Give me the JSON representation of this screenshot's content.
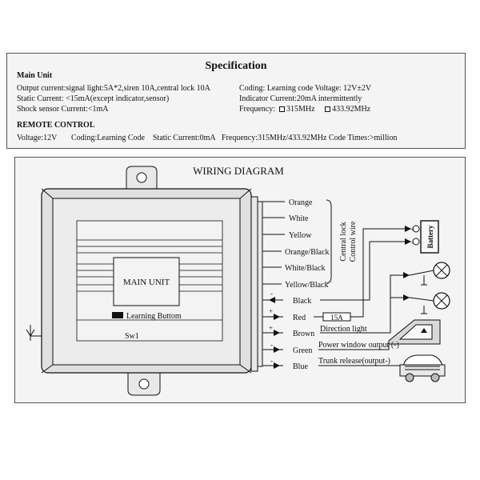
{
  "spec": {
    "title": "Specification",
    "main_unit_heading": "Main Unit",
    "output_current": "Output current:signal  light:5A*2,siren  10A,central lock 10A",
    "static_current": "Static Current: <15mA(except indicator,sensor)",
    "shock_sensor": "Shock sensor Current:<1mA",
    "coding": "Coding: Learning code  Voltage: 12V±2V",
    "indicator_current": "Indicator Current:20mA intermittently",
    "frequency_label": "Frequency:",
    "freq_opt1": "315MHz",
    "freq_opt2": "433.92MHz",
    "remote_heading": "REMOTE CONTROL",
    "remote_voltage": "Voltage:12V",
    "remote_coding": "Coding:Learning Code",
    "remote_static": "Static Current:0mA",
    "remote_frequency": "Frequency:315MHz/433.92MHz",
    "remote_code_times": "Code Times:>million"
  },
  "wiring": {
    "title": "WIRING DIAGRAM",
    "main_unit_label": "MAIN UNIT",
    "learning_button": "Learning Buttom",
    "sw1": "Sw1",
    "wires": [
      {
        "label": "Orange"
      },
      {
        "label": "White"
      },
      {
        "label": "Yellow"
      },
      {
        "label": "Orange/Black"
      },
      {
        "label": "White/Black"
      },
      {
        "label": "Yellow/Black"
      },
      {
        "label": "Black"
      },
      {
        "label": "Red"
      },
      {
        "label": "Brown"
      },
      {
        "label": "Green"
      },
      {
        "label": "Blue"
      }
    ],
    "central_lock_line1": "Central lock",
    "central_lock_line2": "Control wire",
    "fuse": "15A",
    "battery": "Battery",
    "direction_light": "Direction light",
    "power_window": "Power window output (-)",
    "trunk_release": "Trunk release(output-)",
    "plus_sign": "+",
    "minus_sign": "-"
  }
}
